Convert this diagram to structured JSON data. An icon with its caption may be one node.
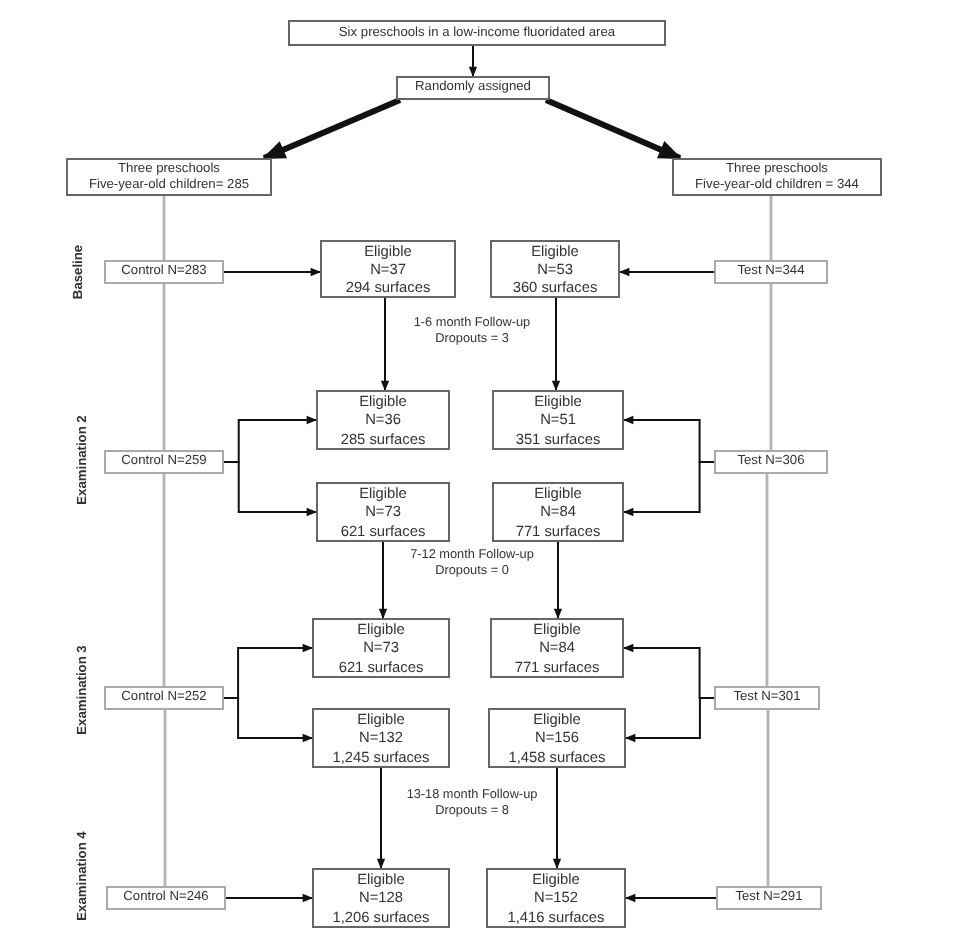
{
  "diagram": {
    "nodes": [
      {
        "text": [
          "Six preschools in a low-income fluoridated area"
        ]
      },
      {
        "text": [
          "Randomly assigned"
        ]
      },
      {
        "text": [
          "Three preschools",
          "Five-year-old children= 285"
        ]
      },
      {
        "text": [
          "Three preschools",
          "Five-year-old children = 344"
        ]
      },
      {
        "text": [
          "Control N=283"
        ]
      },
      {
        "text": [
          "Eligible",
          "N=37",
          "294 surfaces"
        ]
      },
      {
        "text": [
          "Eligible",
          "N=53",
          "360 surfaces"
        ]
      },
      {
        "text": [
          "Test N=344"
        ]
      },
      {
        "text": [
          "Eligible",
          "N=36",
          "285 surfaces"
        ]
      },
      {
        "text": [
          "Eligible",
          "N=51",
          "351 surfaces"
        ]
      },
      {
        "text": [
          "Control N=259"
        ]
      },
      {
        "text": [
          "Test N=306"
        ]
      },
      {
        "text": [
          "Eligible",
          "N=73",
          "621 surfaces"
        ]
      },
      {
        "text": [
          "Eligible",
          "N=84",
          "771 surfaces"
        ]
      },
      {
        "text": [
          "Eligible",
          "N=73",
          "621 surfaces"
        ]
      },
      {
        "text": [
          "Eligible",
          "N=84",
          "771 surfaces"
        ]
      },
      {
        "text": [
          "Control N=252"
        ]
      },
      {
        "text": [
          "Test N=301"
        ]
      },
      {
        "text": [
          "Eligible",
          "N=132",
          "1,245 surfaces"
        ]
      },
      {
        "text": [
          "Eligible",
          "N=156",
          "1,458 surfaces"
        ]
      },
      {
        "text": [
          "Control N=246"
        ]
      },
      {
        "text": [
          "Eligible",
          "N=128",
          "1,206 surfaces"
        ]
      },
      {
        "text": [
          "Eligible",
          "N=152",
          "1,416 surfaces"
        ]
      },
      {
        "text": [
          "Test N=291"
        ]
      }
    ],
    "edges": [
      {
        "from": 0,
        "to": 1,
        "arrow": "to"
      },
      {
        "from": 1,
        "to": 2,
        "arrow": "to",
        "style": "thick"
      },
      {
        "from": 1,
        "to": 3,
        "arrow": "to",
        "style": "thick"
      },
      {
        "from": 2,
        "to": 4,
        "arrow": "none",
        "color": "#b4b4b4"
      },
      {
        "from": 4,
        "to": 10,
        "arrow": "none",
        "color": "#b4b4b4"
      },
      {
        "from": 10,
        "to": 16,
        "arrow": "none",
        "color": "#b4b4b4"
      },
      {
        "from": 16,
        "to": 20,
        "arrow": "none",
        "color": "#b4b4b4"
      },
      {
        "from": 3,
        "to": 7,
        "arrow": "none",
        "color": "#b4b4b4"
      },
      {
        "from": 7,
        "to": 11,
        "arrow": "none",
        "color": "#b4b4b4"
      },
      {
        "from": 11,
        "to": 17,
        "arrow": "none",
        "color": "#b4b4b4"
      },
      {
        "from": 17,
        "to": 23,
        "arrow": "none",
        "color": "#b4b4b4"
      },
      {
        "from": 4,
        "to": 5,
        "arrow": "to"
      },
      {
        "from": 7,
        "to": 6,
        "arrow": "to"
      },
      {
        "from": 5,
        "to": 8,
        "arrow": "to"
      },
      {
        "from": 6,
        "to": 9,
        "arrow": "to"
      },
      {
        "from": 10,
        "to": 8,
        "arrow": "to"
      },
      {
        "from": 10,
        "to": 12,
        "arrow": "to"
      },
      {
        "from": 11,
        "to": 9,
        "arrow": "to"
      },
      {
        "from": 11,
        "to": 13,
        "arrow": "to"
      },
      {
        "from": 12,
        "to": 14,
        "arrow": "to"
      },
      {
        "from": 13,
        "to": 15,
        "arrow": "to"
      },
      {
        "from": 16,
        "to": 14,
        "arrow": "to"
      },
      {
        "from": 16,
        "to": 18,
        "arrow": "to"
      },
      {
        "from": 17,
        "to": 15,
        "arrow": "to"
      },
      {
        "from": 17,
        "to": 19,
        "arrow": "to"
      },
      {
        "from": 18,
        "to": 21,
        "arrow": "to"
      },
      {
        "from": 19,
        "to": 22,
        "arrow": "to"
      },
      {
        "from": 20,
        "to": 21,
        "arrow": "to"
      },
      {
        "from": 23,
        "to": 22,
        "arrow": "to"
      }
    ],
    "labels": [
      "Baseline",
      "1-6 month Follow-up Dropouts = 3",
      "Examination 2",
      "7-12 month Follow-up Dropouts = 0",
      "Examination 3",
      "13-18 month Follow-up Dropouts = 8",
      "Examination 4"
    ]
  }
}
